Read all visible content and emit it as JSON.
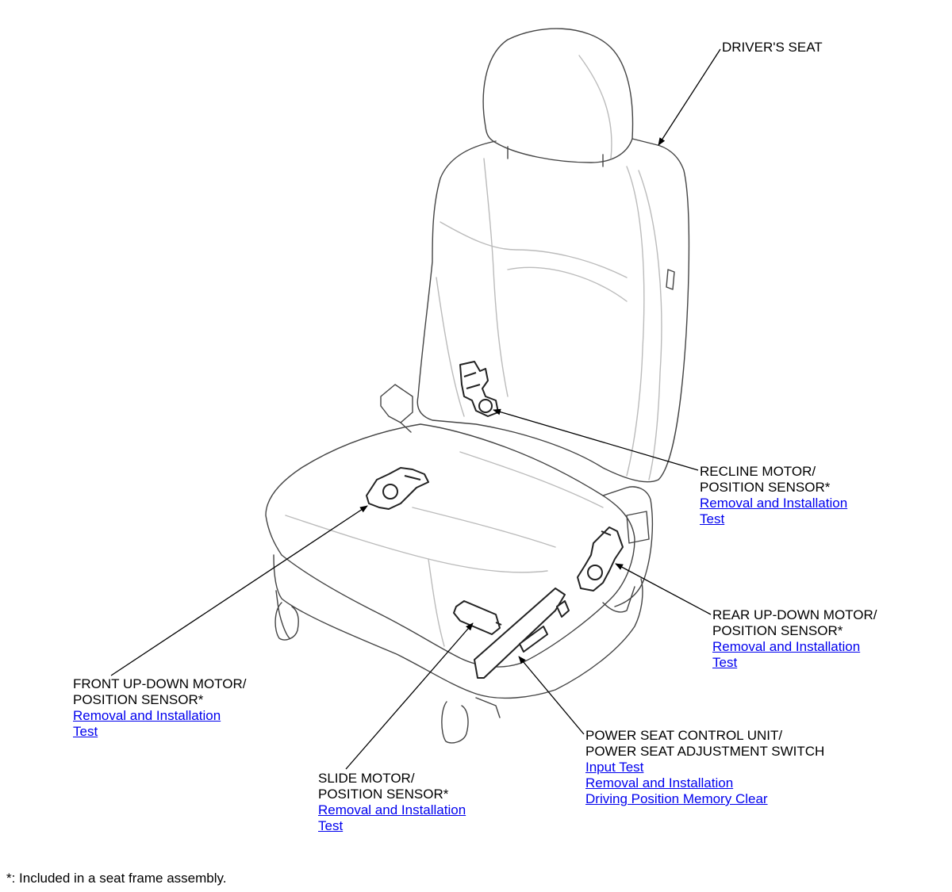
{
  "labels": {
    "drivers_seat": "DRIVER'S SEAT",
    "recline": {
      "line1": "RECLINE MOTOR/",
      "line2": "POSITION SENSOR*",
      "links": [
        "Removal and Installation",
        "Test"
      ]
    },
    "rear_up_down": {
      "line1": "REAR UP-DOWN MOTOR/",
      "line2": "POSITION SENSOR*",
      "links": [
        "Removal and Installation",
        "Test"
      ]
    },
    "front_up_down": {
      "line1": "FRONT UP-DOWN MOTOR/",
      "line2": "POSITION SENSOR*",
      "links": [
        "Removal and Installation",
        "Test"
      ]
    },
    "slide": {
      "line1": "SLIDE MOTOR/",
      "line2": "POSITION SENSOR*",
      "links": [
        "Removal and Installation",
        "Test"
      ]
    },
    "control_unit": {
      "line1": "POWER SEAT CONTROL UNIT/",
      "line2": "POWER SEAT ADJUSTMENT SWITCH",
      "links": [
        "Input Test",
        "Removal and Installation",
        "Driving Position Memory Clear"
      ]
    }
  },
  "footnote": "*: Included in a seat frame assembly.",
  "colors": {
    "link": "#0000ee",
    "line": "#000000",
    "seat_outline": "#444444",
    "seat_seam": "#bbbbbb"
  }
}
